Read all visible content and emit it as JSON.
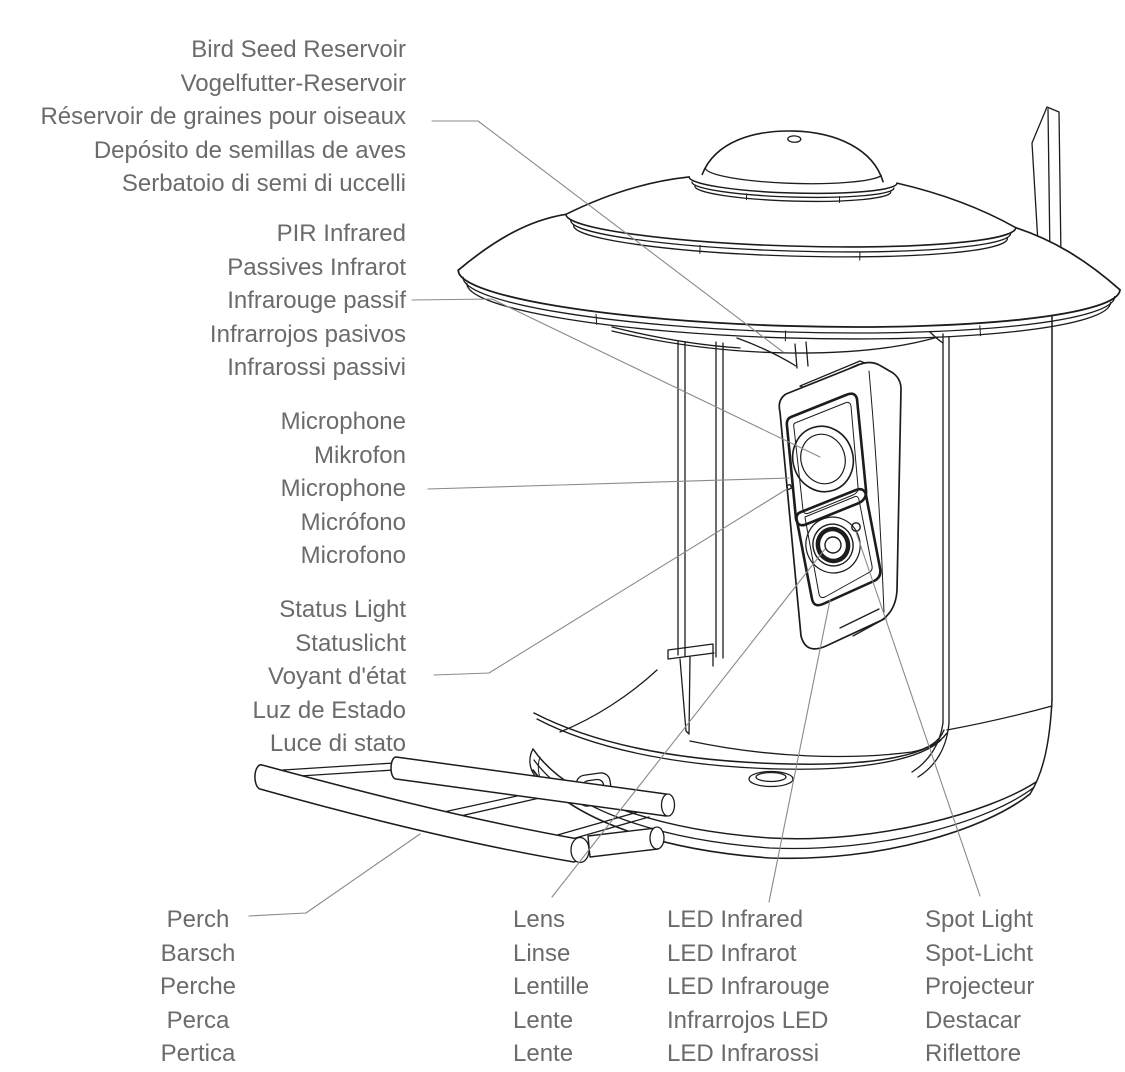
{
  "labels": {
    "groups": [
      {
        "id": "bird-seed-reservoir",
        "lines": [
          "Bird Seed Reservoir",
          "Vogelfutter-Reservoir",
          "Réservoir de graines pour oiseaux",
          "Depósito de semillas de aves",
          "Serbatoio di semi di uccelli"
        ]
      },
      {
        "id": "pir-infrared",
        "lines": [
          "PIR Infrared",
          "Passives Infrarot",
          "Infrarouge passif",
          "Infrarrojos pasivos",
          "Infrarossi passivi"
        ]
      },
      {
        "id": "microphone",
        "lines": [
          "Microphone",
          "Mikrofon",
          "Microphone",
          "Micrófono",
          "Microfono"
        ]
      },
      {
        "id": "status-light",
        "lines": [
          "Status Light",
          "Statuslicht",
          "Voyant d'état",
          "Luz de Estado",
          "Luce di stato"
        ]
      },
      {
        "id": "perch",
        "lines": [
          "Perch",
          "Barsch",
          "Perche",
          "Perca",
          "Pertica"
        ]
      },
      {
        "id": "lens",
        "lines": [
          "Lens",
          "Linse",
          "Lentille",
          "Lente",
          "Lente"
        ]
      },
      {
        "id": "led-infrared",
        "lines": [
          "LED Infrared",
          "LED Infrarot",
          "LED Infrarouge",
          "Infrarrojos LED",
          "LED Infrarossi"
        ]
      },
      {
        "id": "spot-light",
        "lines": [
          "Spot Light",
          "Spot-Licht",
          "Projecteur",
          "Destacar",
          "Riflettore"
        ]
      }
    ]
  },
  "colors": {
    "background": "#ffffff",
    "label_text": "#6b6b6b",
    "line_art": "#1c1c1c",
    "leader_line": "#8a8a8a"
  }
}
